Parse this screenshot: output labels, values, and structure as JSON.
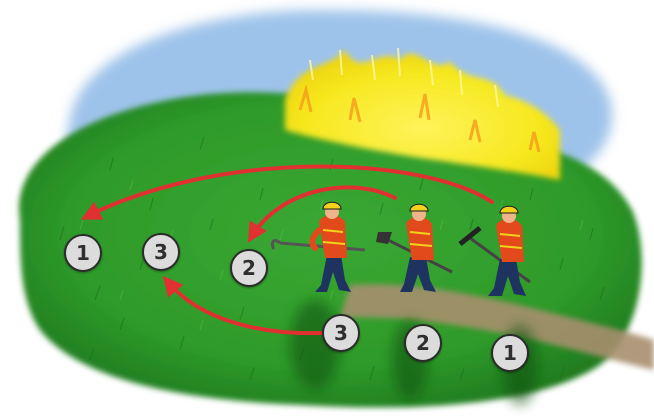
{
  "diagram": {
    "palette": {
      "sky": "#9ec3ea",
      "grass": "#2e9a2a",
      "grass_dark": "#1d6f1b",
      "fire": "#f6e81f",
      "fire_hot": "#f59a1c",
      "path": "#a88f6e",
      "arrow": "#e03030",
      "shirt": "#e24a1c",
      "pants": "#1e3360",
      "helmet": "#f2d21a",
      "badge_fill": "#dcdcdc",
      "badge_text": "#2f2f2f"
    },
    "firefighters": [
      {
        "id": "1",
        "tool": "rake"
      },
      {
        "id": "2",
        "tool": "shovel"
      },
      {
        "id": "3",
        "tool": "hook"
      }
    ],
    "start_markers": [
      "3",
      "2",
      "1"
    ],
    "end_markers": [
      "1",
      "3",
      "2"
    ],
    "rotation_arrows": [
      {
        "from": "1",
        "to": "1"
      },
      {
        "from": "2",
        "to": "2"
      },
      {
        "from": "3",
        "to": "3"
      }
    ]
  }
}
